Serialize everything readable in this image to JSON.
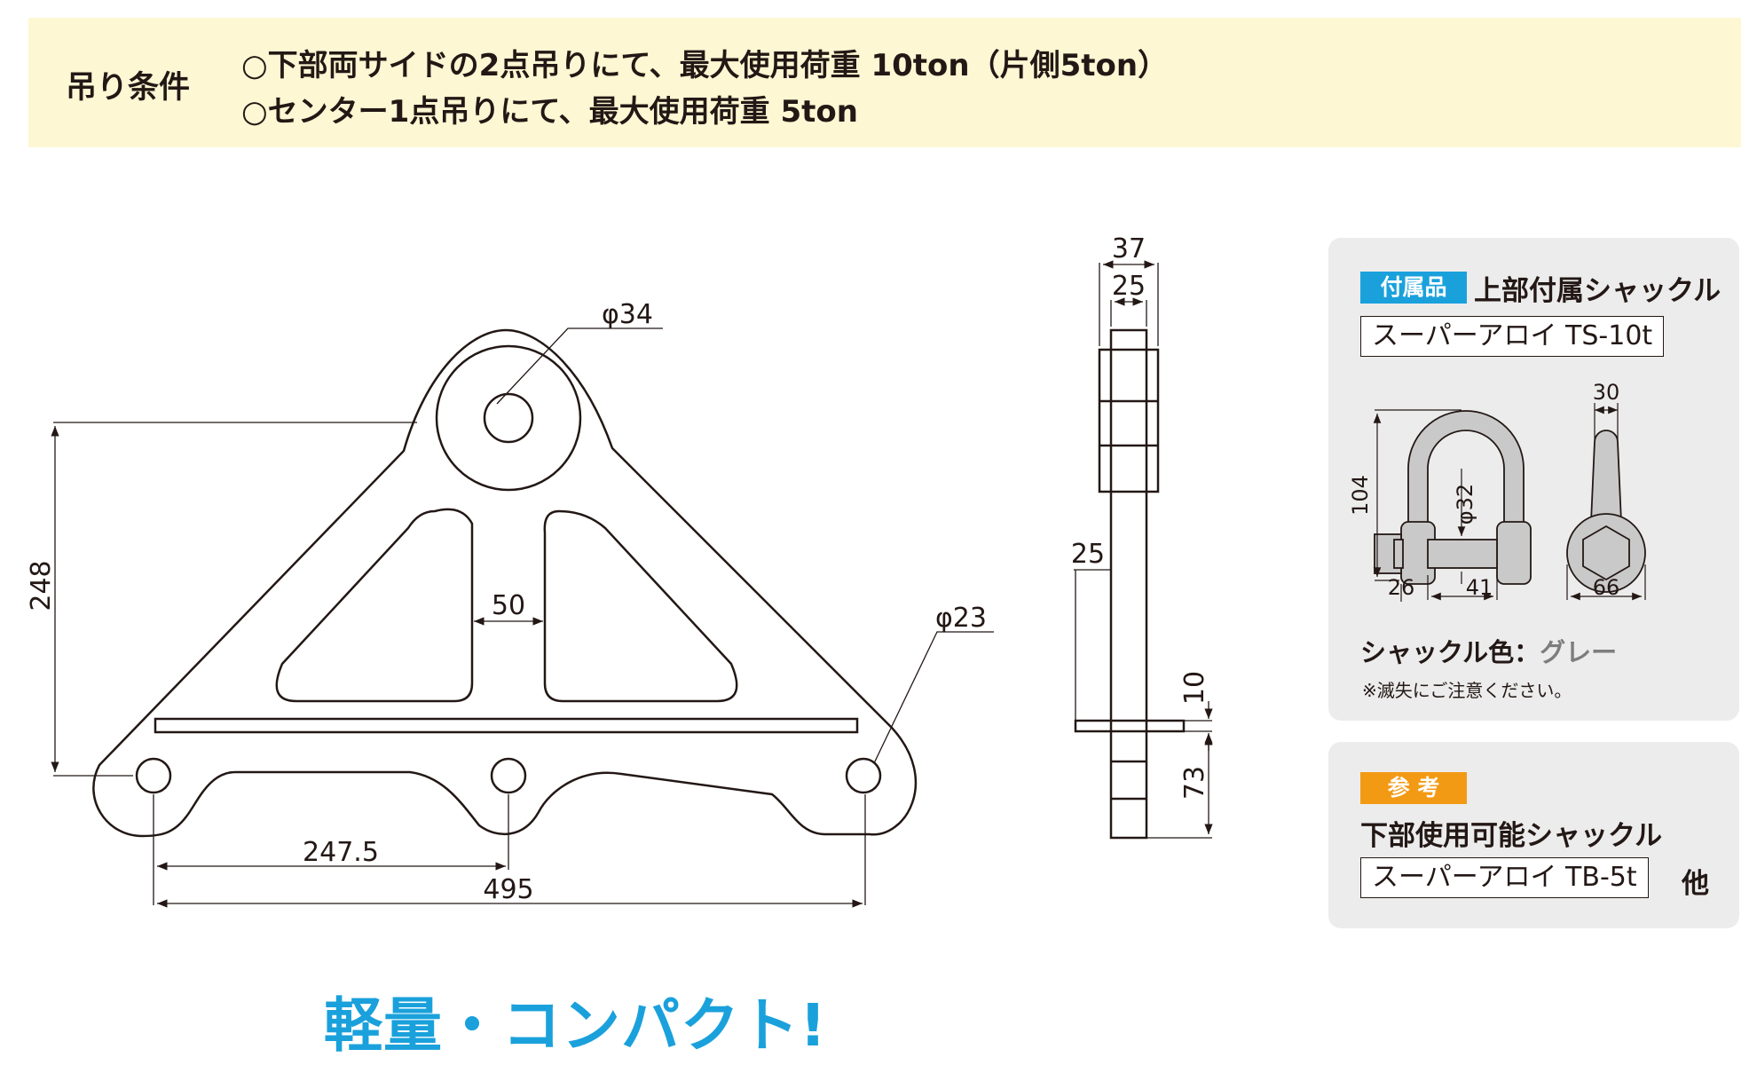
{
  "banner": {
    "label": "吊り条件",
    "line1": "○下部両サイドの2点吊りにて、最大使用荷重 10ton（片側5ton）",
    "line2": "○センター1点吊りにて、最大使用荷重 5ton"
  },
  "front_view": {
    "dims": {
      "top_hole": "φ34",
      "height": "248",
      "slot_gap": "50",
      "side_hole": "φ23",
      "half_span": "247.5",
      "full_span": "495"
    }
  },
  "side_view": {
    "dims": {
      "outer_width": "37",
      "inner_width": "25",
      "bar_offset": "25",
      "bar_thickness": "10",
      "bottom_height": "73"
    }
  },
  "accessory_panel": {
    "badge": "付属品",
    "title": "上部付属シャックル",
    "model": "スーパーアロイ TS-10t",
    "shackle_dims": {
      "pin_head": "30",
      "height": "104",
      "pin_dia": "φ32",
      "nut": "26",
      "inner_width": "41",
      "eye_width": "66"
    },
    "color_label": "シャックル色：",
    "color_value": "グレー",
    "caution": "※滅失にご注意ください。"
  },
  "reference_panel": {
    "badge": "参 考",
    "title": "下部使用可能シャックル",
    "model": "スーパーアロイ TB-5t",
    "suffix": "他"
  },
  "tagline": "軽量・コンパクト!",
  "colors": {
    "banner_bg": "#fdf7d3",
    "panel_bg": "#ececec",
    "accent_cyan": "#1aa1dc",
    "accent_orange": "#f39a14",
    "shackle_grey": "#c9c9c9",
    "line": "#231815"
  }
}
